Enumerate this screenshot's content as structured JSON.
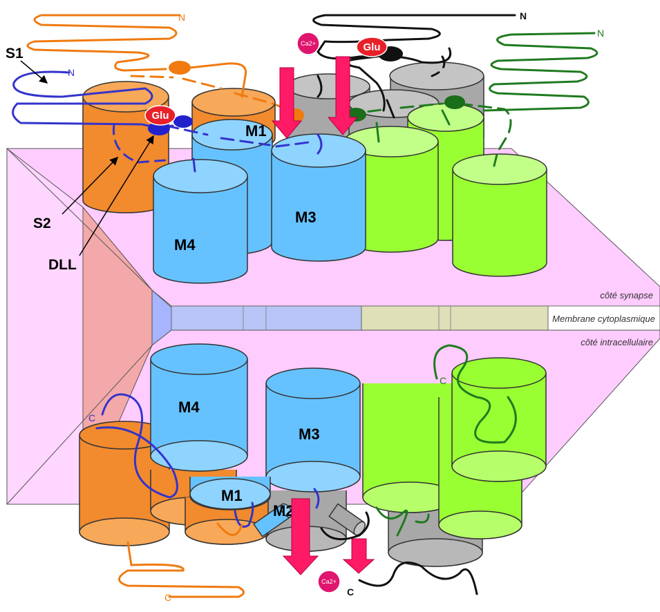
{
  "labels": {
    "s1": "S1",
    "s2": "S2",
    "dll": "DLL",
    "glu_left": "Glu",
    "glu_right": "Glu",
    "ca_top": "Ca2+",
    "ca_bottom": "Ca2+"
  },
  "termini": {
    "n_orange": "N",
    "n_blue": "N",
    "n_black": "N",
    "n_green": "N",
    "c_blue": "C",
    "c_green": "C",
    "c_orange": "C",
    "c_black": "C"
  },
  "helices": {
    "top_m1": "M1",
    "top_m3": "M3",
    "top_m4": "M4",
    "bot_m4": "M4",
    "bot_m3": "M3",
    "bot_m1": "M1",
    "bot_m2": "M2"
  },
  "membrane": {
    "synapse_side": "côté synapse",
    "membrane": "Membrane cytoplasmique",
    "intracellular_side": "côté intracellulaire"
  },
  "colors": {
    "orange_subunit": "#f28a2e",
    "blue_subunit": "#66c2ff",
    "green_subunit": "#99ff33",
    "gray_subunit": "#b0b0b0",
    "plane": "#ffccff",
    "glutamate": "#e8202a",
    "calcium": "#e0156e",
    "arrow": "#ff1a66"
  }
}
